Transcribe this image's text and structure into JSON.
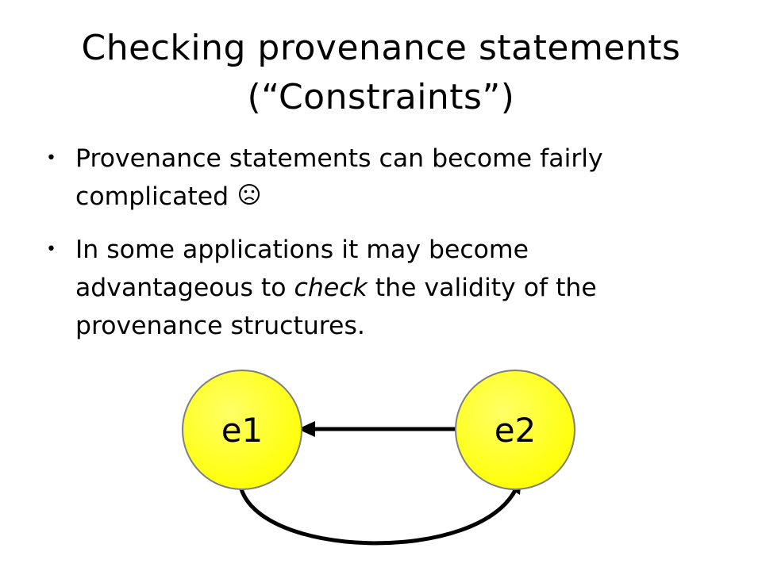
{
  "title": {
    "line1": "Checking provenance statements",
    "line2": "(“Constraints”)"
  },
  "bullets": [
    {
      "parts": [
        "Provenance statements can become fairly complicated"
      ],
      "icon": "frown-face-icon"
    },
    {
      "parts": [
        "In some applications it may become advantageous to ",
        "check",
        " the validity of the provenance structures."
      ]
    }
  ],
  "diagram": {
    "nodes": [
      {
        "id": "e1",
        "label": "e1"
      },
      {
        "id": "e2",
        "label": "e2"
      }
    ],
    "edges": [
      {
        "from": "e2",
        "to": "e1",
        "shape": "straight"
      },
      {
        "from": "e1",
        "to": "e2",
        "shape": "curved-below"
      }
    ],
    "colors": {
      "node_fill": "#FFFF00",
      "node_stroke": "#7F7F7F",
      "edge": "#000000"
    }
  }
}
